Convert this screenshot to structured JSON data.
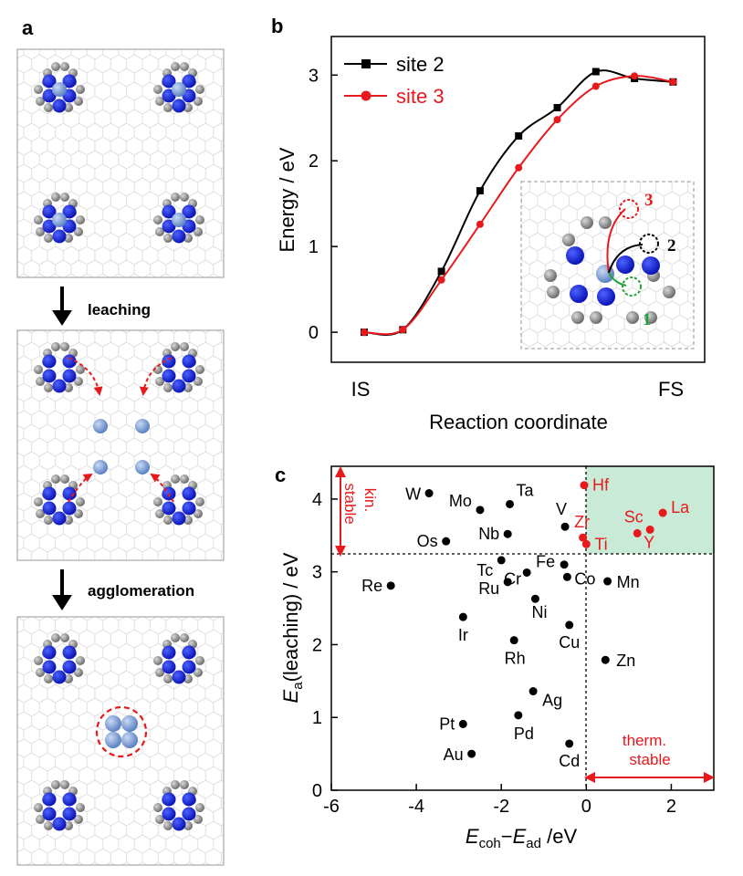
{
  "panels": {
    "a": "a",
    "b": "b",
    "c": "c"
  },
  "panel_a": {
    "step1_label": "leaching",
    "step2_label": "agglomeration"
  },
  "chart_data": [
    {
      "panel": "b",
      "type": "line",
      "xlabel": "Reaction coordinate",
      "ylabel": "Energy / eV",
      "x_tick_labels": [
        "IS",
        "FS"
      ],
      "y_ticks": [
        0,
        1,
        2,
        3
      ],
      "ylim": [
        -0.35,
        3.45
      ],
      "legend_position": "top-left",
      "series": [
        {
          "name": "site 2",
          "color": "#000000",
          "marker": "square",
          "x": [
            0,
            1,
            2,
            3,
            4,
            5,
            6,
            7,
            8
          ],
          "values": [
            0.0,
            0.03,
            0.71,
            1.65,
            2.29,
            2.62,
            3.04,
            2.96,
            2.92
          ]
        },
        {
          "name": "site 3",
          "color": "#e8191c",
          "marker": "circle",
          "x": [
            0,
            1,
            2,
            3,
            4,
            5,
            6,
            7,
            8
          ],
          "values": [
            0.0,
            0.03,
            0.61,
            1.26,
            1.92,
            2.48,
            2.87,
            2.99,
            2.92
          ]
        }
      ],
      "inset_site_labels": [
        "1",
        "2",
        "3"
      ]
    },
    {
      "panel": "c",
      "type": "scatter",
      "xlabel_main": "E",
      "xlabel_sub1": "coh",
      "xlabel_dash": "−",
      "xlabel_main2": "E",
      "xlabel_sub2": "ad",
      "xlabel_unit": " /eV",
      "ylabel_main": "E",
      "ylabel_sub": "a",
      "ylabel_rest": "(leaching) / eV",
      "xlim": [
        -6,
        3
      ],
      "ylim": [
        0,
        4.45
      ],
      "x_ticks": [
        -6,
        -4,
        -2,
        0,
        2
      ],
      "y_ticks": [
        0,
        1,
        2,
        3,
        4
      ],
      "threshold_y": 3.27,
      "threshold_x": 0,
      "annot_kin": [
        "kin.",
        "stable"
      ],
      "annot_therm": [
        "therm.",
        "stable"
      ],
      "highlight_color": "#c9ead6",
      "points": [
        {
          "label": "W",
          "x": -3.7,
          "y": 4.08,
          "color": "#000000"
        },
        {
          "label": "Mo",
          "x": -2.5,
          "y": 3.85,
          "color": "#000000"
        },
        {
          "label": "Ta",
          "x": -1.8,
          "y": 3.93,
          "color": "#000000"
        },
        {
          "label": "Nb",
          "x": -1.85,
          "y": 3.52,
          "color": "#000000"
        },
        {
          "label": "Os",
          "x": -3.3,
          "y": 3.42,
          "color": "#000000"
        },
        {
          "label": "V",
          "x": -0.5,
          "y": 3.62,
          "color": "#000000"
        },
        {
          "label": "Re",
          "x": -4.6,
          "y": 2.81,
          "color": "#000000"
        },
        {
          "label": "Tc",
          "x": -2.0,
          "y": 3.16,
          "color": "#000000"
        },
        {
          "label": "Ru",
          "x": -1.85,
          "y": 2.86,
          "color": "#000000"
        },
        {
          "label": "Cr",
          "x": -1.4,
          "y": 2.99,
          "color": "#000000"
        },
        {
          "label": "Fe",
          "x": -0.52,
          "y": 3.1,
          "color": "#000000"
        },
        {
          "label": "Co",
          "x": -0.45,
          "y": 2.93,
          "color": "#000000"
        },
        {
          "label": "Ni",
          "x": -1.2,
          "y": 2.63,
          "color": "#000000"
        },
        {
          "label": "Mn",
          "x": 0.5,
          "y": 2.87,
          "color": "#000000"
        },
        {
          "label": "Ir",
          "x": -2.9,
          "y": 2.38,
          "color": "#000000"
        },
        {
          "label": "Rh",
          "x": -1.7,
          "y": 2.06,
          "color": "#000000"
        },
        {
          "label": "Cu",
          "x": -0.4,
          "y": 2.27,
          "color": "#000000"
        },
        {
          "label": "Zn",
          "x": 0.45,
          "y": 1.79,
          "color": "#000000"
        },
        {
          "label": "Ag",
          "x": -1.25,
          "y": 1.36,
          "color": "#000000"
        },
        {
          "label": "Pd",
          "x": -1.6,
          "y": 1.03,
          "color": "#000000"
        },
        {
          "label": "Pt",
          "x": -2.9,
          "y": 0.91,
          "color": "#000000"
        },
        {
          "label": "Au",
          "x": -2.7,
          "y": 0.5,
          "color": "#000000"
        },
        {
          "label": "Cd",
          "x": -0.4,
          "y": 0.64,
          "color": "#000000"
        },
        {
          "label": "Hf",
          "x": -0.05,
          "y": 4.19,
          "color": "#e8191c"
        },
        {
          "label": "Zr",
          "x": -0.08,
          "y": 3.47,
          "color": "#e8191c"
        },
        {
          "label": "Ti",
          "x": 0.0,
          "y": 3.38,
          "color": "#e8191c"
        },
        {
          "label": "Sc",
          "x": 1.2,
          "y": 3.53,
          "color": "#e8191c"
        },
        {
          "label": "Y",
          "x": 1.5,
          "y": 3.58,
          "color": "#e8191c"
        },
        {
          "label": "La",
          "x": 1.8,
          "y": 3.81,
          "color": "#e8191c"
        }
      ]
    }
  ]
}
